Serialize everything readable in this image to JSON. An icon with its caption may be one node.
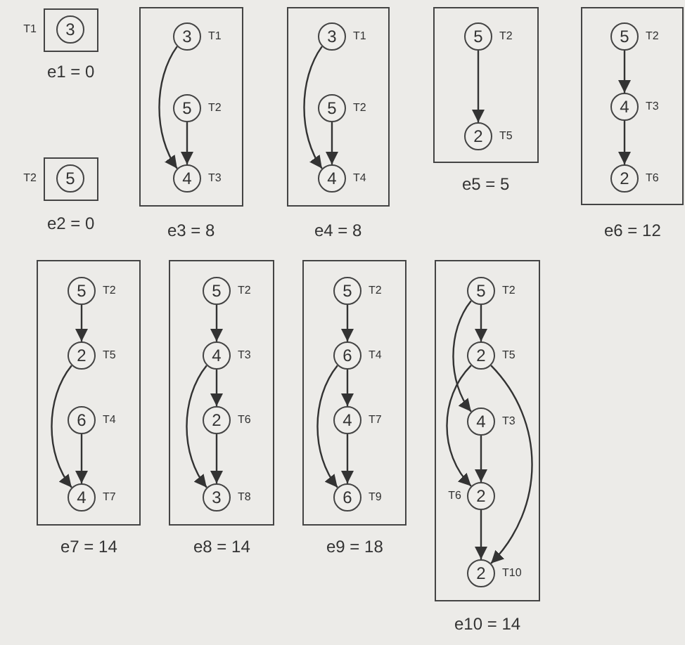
{
  "diagram": {
    "nodes": [
      {
        "text": [
          "e1 = 0"
        ]
      },
      {
        "text": [
          "3"
        ],
        "beside": [
          "T1"
        ],
        "in": 0
      },
      {
        "text": [
          "e2 = 0"
        ]
      },
      {
        "text": [
          "5"
        ],
        "beside": [
          "T2"
        ],
        "in": 2
      },
      {
        "text": [
          "e3 = 8"
        ]
      },
      {
        "text": [
          "3"
        ],
        "beside": [
          "T1"
        ],
        "in": 4
      },
      {
        "text": [
          "5"
        ],
        "beside": [
          "T2"
        ],
        "in": 4
      },
      {
        "text": [
          "4"
        ],
        "beside": [
          "T3"
        ],
        "in": 4
      },
      {
        "text": [
          "e4 = 8"
        ]
      },
      {
        "text": [
          "3"
        ],
        "beside": [
          "T1"
        ],
        "in": 8
      },
      {
        "text": [
          "5"
        ],
        "beside": [
          "T2"
        ],
        "in": 8
      },
      {
        "text": [
          "4"
        ],
        "beside": [
          "T4"
        ],
        "in": 8
      },
      {
        "text": [
          "e5 = 5"
        ]
      },
      {
        "text": [
          "5"
        ],
        "beside": [
          "T2"
        ],
        "in": 12
      },
      {
        "text": [
          "2"
        ],
        "beside": [
          "T5"
        ],
        "in": 12
      },
      {
        "text": [
          "e6 = 12"
        ]
      },
      {
        "text": [
          "5"
        ],
        "beside": [
          "T2"
        ],
        "in": 15
      },
      {
        "text": [
          "4"
        ],
        "beside": [
          "T3"
        ],
        "in": 15
      },
      {
        "text": [
          "2"
        ],
        "beside": [
          "T6"
        ],
        "in": 15
      },
      {
        "text": [
          "e7 = 14"
        ]
      },
      {
        "text": [
          "5"
        ],
        "beside": [
          "T2"
        ],
        "in": 19
      },
      {
        "text": [
          "2"
        ],
        "beside": [
          "T5"
        ],
        "in": 19
      },
      {
        "text": [
          "6"
        ],
        "beside": [
          "T4"
        ],
        "in": 19
      },
      {
        "text": [
          "4"
        ],
        "beside": [
          "T7"
        ],
        "in": 19
      },
      {
        "text": [
          "e8 = 14"
        ]
      },
      {
        "text": [
          "5"
        ],
        "beside": [
          "T2"
        ],
        "in": 24
      },
      {
        "text": [
          "4"
        ],
        "beside": [
          "T3"
        ],
        "in": 24
      },
      {
        "text": [
          "2"
        ],
        "beside": [
          "T6"
        ],
        "in": 24
      },
      {
        "text": [
          "3"
        ],
        "beside": [
          "T8"
        ],
        "in": 24
      },
      {
        "text": [
          "e9 = 18"
        ]
      },
      {
        "text": [
          "5"
        ],
        "beside": [
          "T2"
        ],
        "in": 29
      },
      {
        "text": [
          "6"
        ],
        "beside": [
          "T4"
        ],
        "in": 29
      },
      {
        "text": [
          "4"
        ],
        "beside": [
          "T7"
        ],
        "in": 29
      },
      {
        "text": [
          "6"
        ],
        "beside": [
          "T9"
        ],
        "in": 29
      },
      {
        "text": [
          "e10 = 14"
        ]
      },
      {
        "text": [
          "5"
        ],
        "beside": [
          "T2"
        ],
        "in": 34
      },
      {
        "text": [
          "2"
        ],
        "beside": [
          "T5"
        ],
        "in": 34
      },
      {
        "text": [
          "4"
        ],
        "beside": [
          "T3"
        ],
        "in": 34
      },
      {
        "text": [
          "2"
        ],
        "beside": [
          "T6"
        ],
        "in": 34
      },
      {
        "text": [
          "2"
        ],
        "beside": [
          "T10"
        ],
        "in": 34
      }
    ],
    "edges": [
      {
        "from": 5,
        "to": 7,
        "arrow": "to"
      },
      {
        "from": 6,
        "to": 7,
        "arrow": "to"
      },
      {
        "from": 9,
        "to": 11,
        "arrow": "to"
      },
      {
        "from": 10,
        "to": 11,
        "arrow": "to"
      },
      {
        "from": 13,
        "to": 14,
        "arrow": "to"
      },
      {
        "from": 16,
        "to": 17,
        "arrow": "to"
      },
      {
        "from": 17,
        "to": 18,
        "arrow": "to"
      },
      {
        "from": 20,
        "to": 21,
        "arrow": "to"
      },
      {
        "from": 21,
        "to": 23,
        "arrow": "to"
      },
      {
        "from": 22,
        "to": 23,
        "arrow": "to"
      },
      {
        "from": 25,
        "to": 26,
        "arrow": "to"
      },
      {
        "from": 26,
        "to": 27,
        "arrow": "to"
      },
      {
        "from": 26,
        "to": 28,
        "arrow": "to"
      },
      {
        "from": 27,
        "to": 28,
        "arrow": "to"
      },
      {
        "from": 30,
        "to": 31,
        "arrow": "to"
      },
      {
        "from": 31,
        "to": 32,
        "arrow": "to"
      },
      {
        "from": 31,
        "to": 33,
        "arrow": "to"
      },
      {
        "from": 32,
        "to": 33,
        "arrow": "to"
      },
      {
        "from": 35,
        "to": 36,
        "arrow": "to"
      },
      {
        "from": 35,
        "to": 37,
        "arrow": "to"
      },
      {
        "from": 36,
        "to": 38,
        "arrow": "to"
      },
      {
        "from": 36,
        "to": 39,
        "arrow": "to"
      },
      {
        "from": 37,
        "to": 38,
        "arrow": "to"
      },
      {
        "from": 38,
        "to": 39,
        "arrow": "to"
      }
    ]
  }
}
